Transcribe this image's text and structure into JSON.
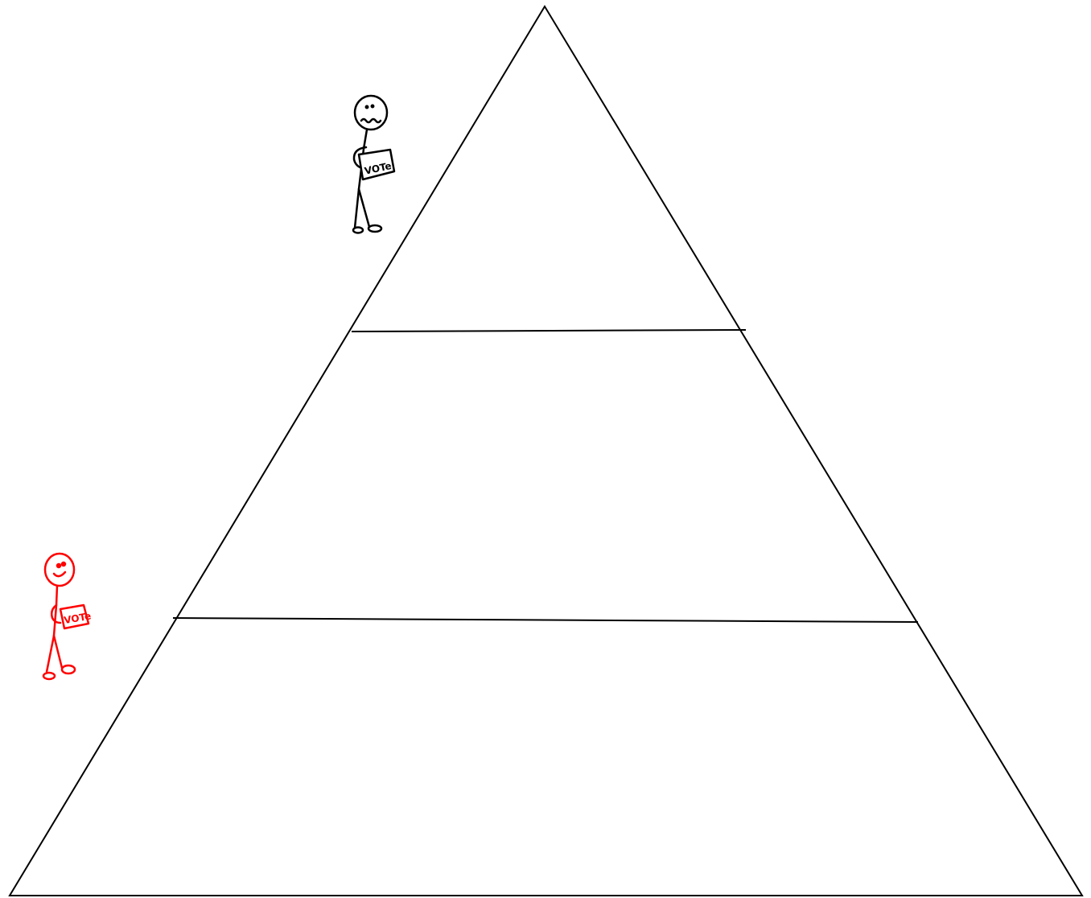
{
  "diagram": {
    "type": "pyramid",
    "tiers": 3
  },
  "figures": [
    {
      "id": "top-figure",
      "expression": "worried",
      "sign_text": "VOTe",
      "color": "#000000"
    },
    {
      "id": "bottom-figure",
      "expression": "smiling",
      "sign_text": "VOTe",
      "color": "#ff0000"
    }
  ],
  "colors": {
    "background": "#ffffff",
    "lines": "#000000"
  }
}
